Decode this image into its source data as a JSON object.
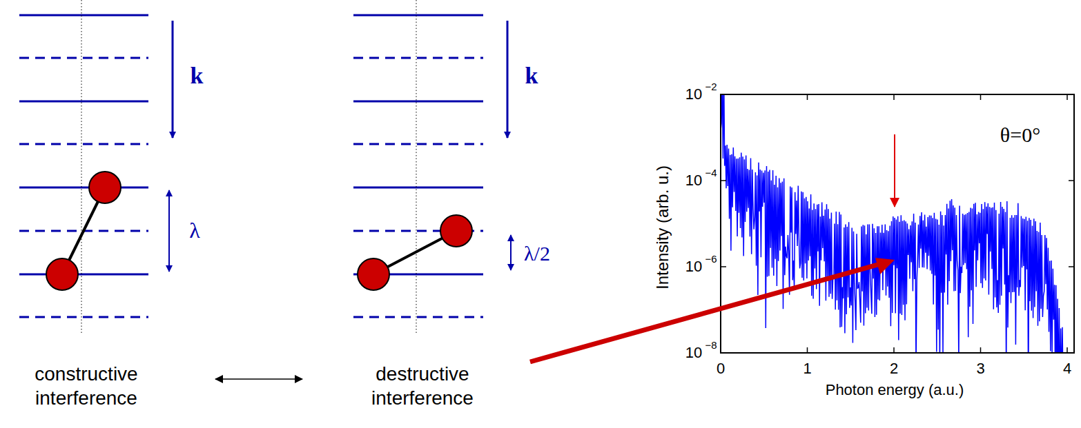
{
  "diagram": {
    "labels": [
      "k",
      "k",
      "λ",
      "λ/2",
      "constructive interference",
      "destructive interference",
      "10",
      "−2",
      "10",
      "−4",
      "10",
      "−6",
      "10",
      "−8",
      "0",
      "1",
      "2",
      "3",
      "4",
      "Intensity (arb. u.)",
      "Photon energy (a.u.)",
      "θ=0°"
    ]
  }
}
